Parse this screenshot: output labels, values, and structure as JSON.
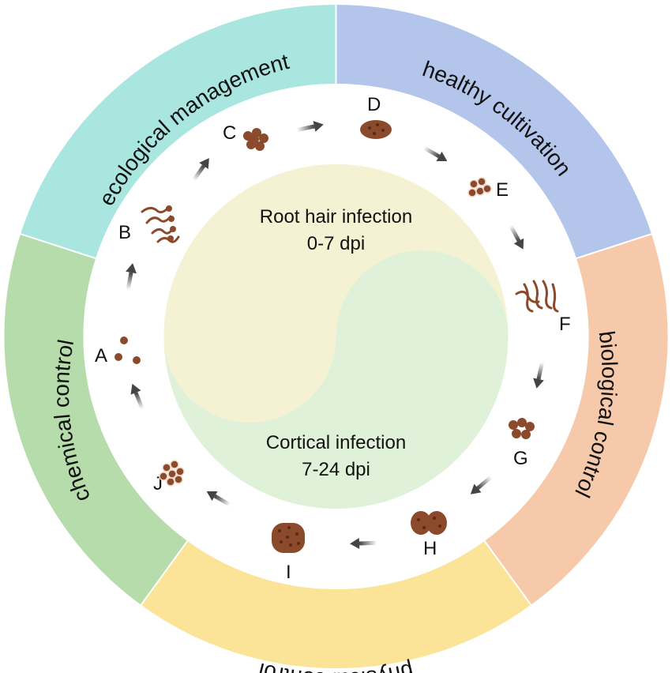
{
  "outer_ring": [
    {
      "id": "ecological",
      "label": "ecological management",
      "color": "#a8e6df"
    },
    {
      "id": "healthy",
      "label": "healthy cultivation",
      "color": "#b3c5ea"
    },
    {
      "id": "biological",
      "label": "biological control",
      "color": "#f6c9aa"
    },
    {
      "id": "physical",
      "label": "physical control",
      "color": "#fbe398"
    },
    {
      "id": "chemical",
      "label": "chemical control",
      "color": "#b5dcaa"
    }
  ],
  "center": {
    "top_phase": {
      "title": "Root hair infection",
      "period": "0-7 dpi",
      "color": "#f5f2d3"
    },
    "bottom_phase": {
      "title": "Cortical infection",
      "period": "7-24 dpi",
      "color": "#dff1d8"
    }
  },
  "stages": [
    "A",
    "B",
    "C",
    "D",
    "E",
    "F",
    "G",
    "H",
    "I",
    "J"
  ],
  "colors": {
    "organism": "#8b4a2b",
    "organism_dark": "#5b2a14",
    "arrow": "#444444"
  }
}
